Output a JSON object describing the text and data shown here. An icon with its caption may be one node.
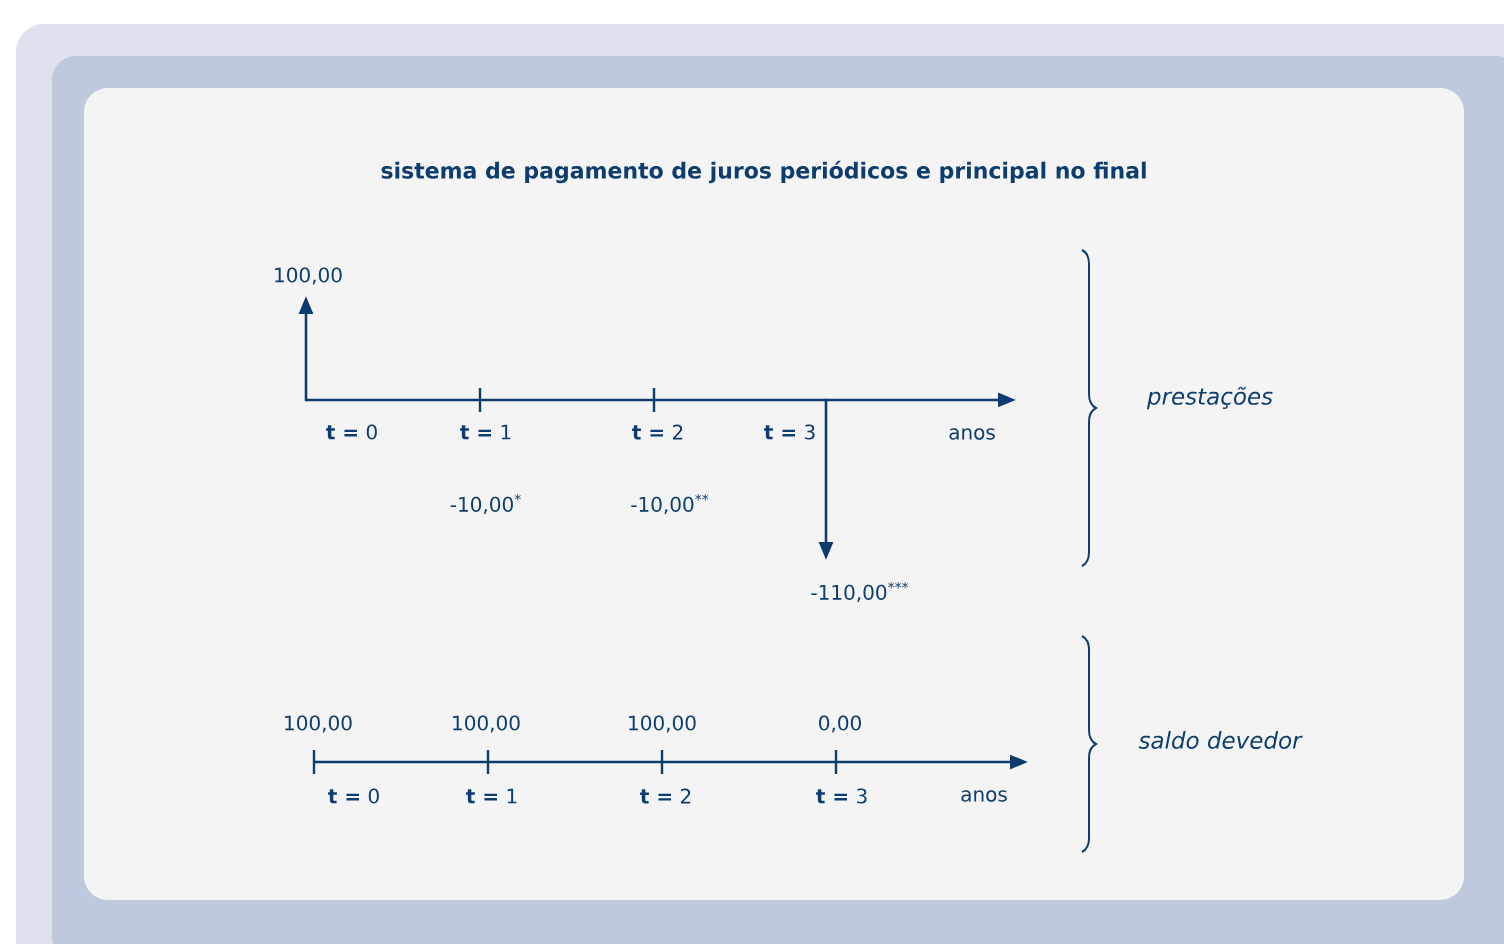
{
  "diagram": {
    "title": "sistema de pagamento de juros periódicos e principal no final",
    "labels": [
      "100,00",
      "**t =** 0",
      "**t =** 1",
      "**t =** 2",
      "**t =** 3",
      "anos",
      "prestações",
      "-10,00$^{*}$",
      "-10,00$^{**}$",
      "-110,00$^{***}$",
      "100,00",
      "100,00",
      "100,00",
      "0,00",
      "saldo devedor",
      "**t =** 0",
      "**t =** 1",
      "**t =** 2",
      "**t =** 3",
      "anos"
    ]
  }
}
